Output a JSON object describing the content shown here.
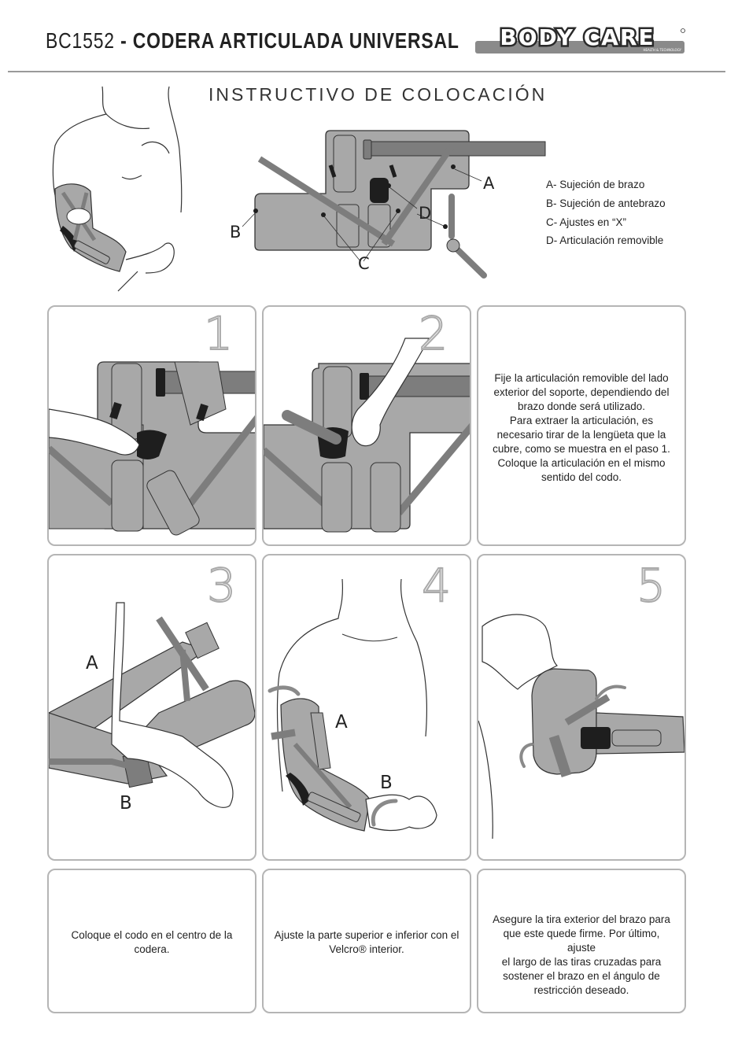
{
  "header": {
    "code": "BC1552",
    "dash": " - ",
    "title": "CODERA ARTICULADA UNIVERSAL",
    "brand": "BODY CARE",
    "brand_tagline": "HEALTH & TECHNOLOGY"
  },
  "subtitle": "INSTRUCTIVO DE COLOCACIÓN",
  "diagram_labels": {
    "a": "A",
    "b": "B",
    "c": "C",
    "d": "D"
  },
  "legend": [
    "A- Sujeción de brazo",
    "B- Sujeción de antebrazo",
    "C- Ajustes en “X”",
    "D- Articulación removible"
  ],
  "steps": [
    {
      "number": "1"
    },
    {
      "number": "2"
    },
    {
      "number": "3",
      "labels": [
        "A",
        "B"
      ]
    },
    {
      "number": "4",
      "labels": [
        "A",
        "B"
      ]
    },
    {
      "number": "5"
    }
  ],
  "instructions": {
    "joint": [
      "Fije la articulación removible del lado",
      "exterior del soporte, dependiendo del",
      "brazo donde será utilizado.",
      "Para extraer la articulación, es",
      "necesario tirar de la lengüeta que la",
      "cubre, como se muestra en el paso 1.",
      "Coloque la articulación en el mismo",
      "sentido del codo."
    ],
    "step3": [
      "Coloque el codo en el centro de la",
      "codera."
    ],
    "step4": [
      "Ajuste la parte superior e inferior con el",
      "Velcro® interior."
    ],
    "step5": [
      "Asegure la tira exterior del brazo para",
      "que este quede firme. Por último, ajuste",
      "el largo de las tiras cruzadas para",
      "sostener el brazo en el ángulo de",
      "restricción deseado."
    ]
  },
  "colors": {
    "strap": "#7d7d7d",
    "pad": "#a8a8a8",
    "dark": "#1e1e1e",
    "rule": "#9a9a9a"
  }
}
